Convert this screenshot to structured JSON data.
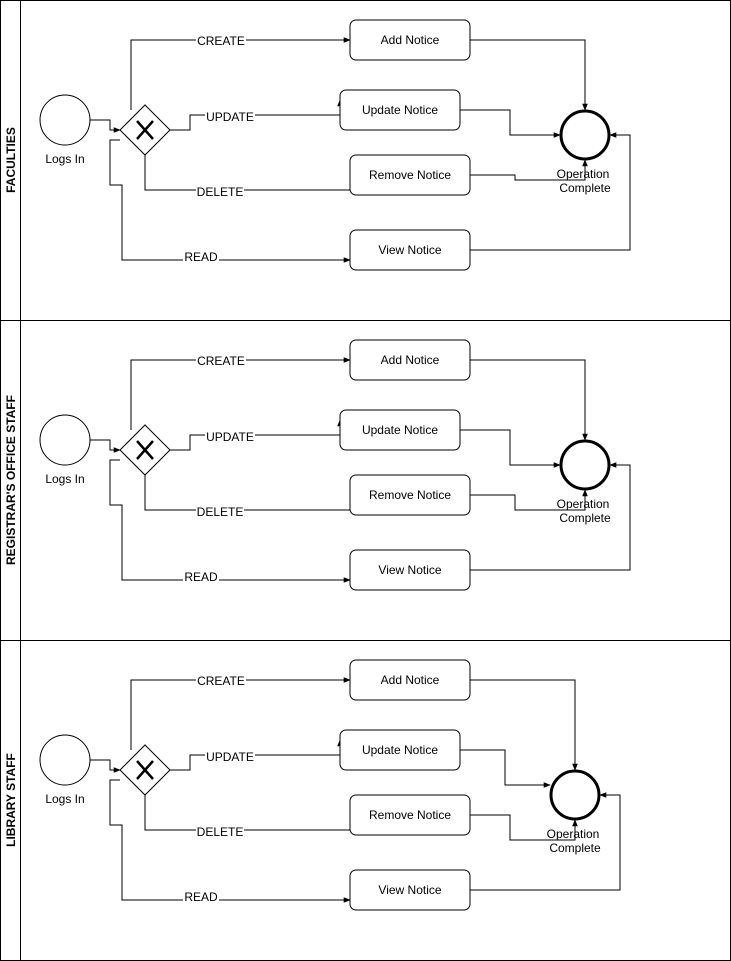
{
  "lanes": [
    {
      "title": "FACULTIES",
      "start_label": "Logs In",
      "end_label_line1": "Operation",
      "end_label_line2": "Complete",
      "flows": {
        "create": "CREATE",
        "update": "UPDATE",
        "delete": "DELETE",
        "read": "READ"
      },
      "tasks": {
        "add": "Add Notice",
        "update": "Update Notice",
        "remove": "Remove Notice",
        "view": "View Notice"
      }
    },
    {
      "title": "REGISTRAR'S OFFICE STAFF",
      "start_label": "Logs In",
      "end_label_line1": "Operation",
      "end_label_line2": "Complete",
      "flows": {
        "create": "CREATE",
        "update": "UPDATE",
        "delete": "DELETE",
        "read": "READ"
      },
      "tasks": {
        "add": "Add Notice",
        "update": "Update Notice",
        "remove": "Remove Notice",
        "view": "View Notice"
      }
    },
    {
      "title": "LIBRARY STAFF",
      "start_label": "Logs In",
      "end_label_line1": "Operation",
      "end_label_line2": "Complete",
      "flows": {
        "create": "CREATE",
        "update": "UPDATE",
        "delete": "DELETE",
        "read": "READ"
      },
      "tasks": {
        "add": "Add Notice",
        "update": "Update Notice",
        "remove": "Remove Notice",
        "view": "View Notice"
      }
    }
  ]
}
